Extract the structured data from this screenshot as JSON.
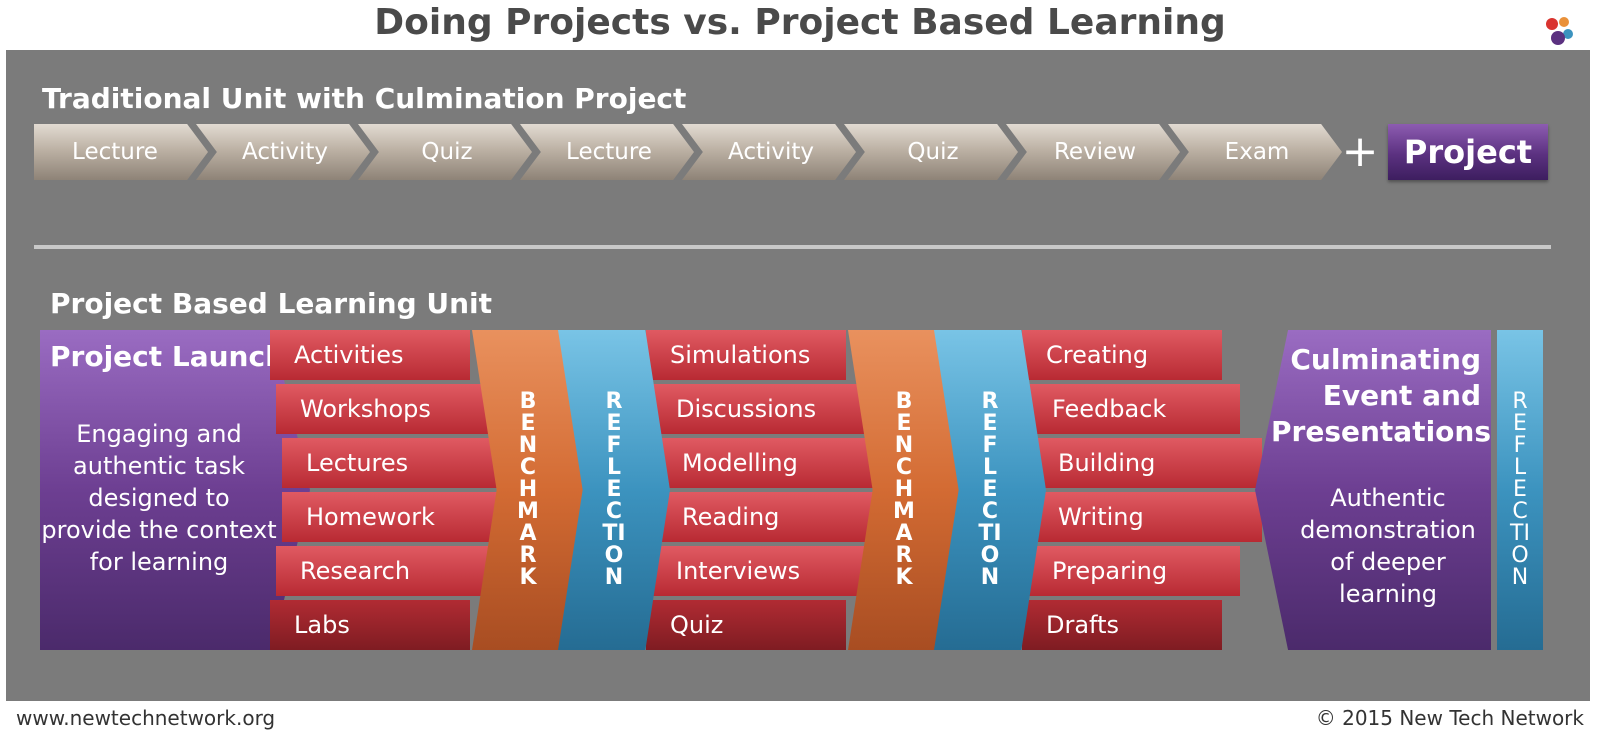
{
  "title": "Doing Projects vs. Project Based Learning",
  "traditional": {
    "heading": "Traditional Unit with Culmination Project",
    "steps": [
      "Lecture",
      "Activity",
      "Quiz",
      "Lecture",
      "Activity",
      "Quiz",
      "Review",
      "Exam"
    ],
    "plus": "+",
    "project": "Project"
  },
  "pbl": {
    "heading": "Project Based Learning Unit",
    "launch_title": "Project Launch",
    "launch_desc": "Engaging and authentic task designed to provide the context for learning",
    "stack1": [
      "Activities",
      "Workshops",
      "Lectures",
      "Homework",
      "Research",
      "Labs"
    ],
    "stack2": [
      "Simulations",
      "Discussions",
      "Modelling",
      "Reading",
      "Interviews",
      "Quiz"
    ],
    "stack3": [
      "Creating",
      "Feedback",
      "Building",
      "Writing",
      "Preparing",
      "Drafts"
    ],
    "benchmark": "BENCHMARK",
    "reflection": "REFLECTION",
    "culm_title": "Culminating Event and Presentations",
    "culm_desc": "Authentic demonstration of deeper learning"
  },
  "footer": {
    "url": "www.newtechnetwork.org",
    "copyright": "© 2015 New Tech Network"
  },
  "colors": {
    "panel": "#7b7b7b",
    "purple": "#6d3f92",
    "red": "#c0323b",
    "orange": "#d36b33",
    "blue": "#3c93bf"
  }
}
